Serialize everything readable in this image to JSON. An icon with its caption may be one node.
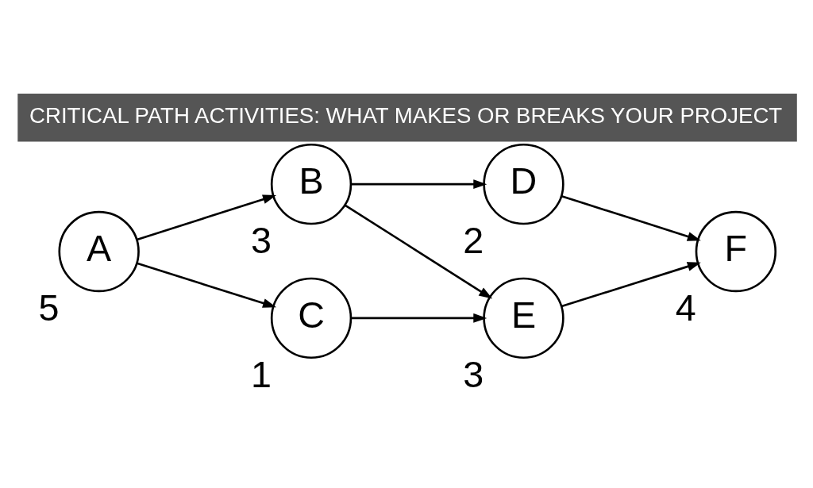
{
  "diagram": {
    "title": "CRITICAL PATH ACTIVITIES: WHAT MAKES OR BREAKS YOUR PROJECT",
    "nodes": [
      {
        "text": [
          "A"
        ],
        "beside": [
          "5"
        ]
      },
      {
        "text": [
          "B"
        ],
        "beside": [
          "3"
        ]
      },
      {
        "text": [
          "C"
        ],
        "beside": [
          "1"
        ]
      },
      {
        "text": [
          "D"
        ],
        "beside": [
          "2"
        ]
      },
      {
        "text": [
          "E"
        ],
        "beside": [
          "3"
        ]
      },
      {
        "text": [
          "F"
        ],
        "beside": [
          "4"
        ]
      }
    ],
    "edges": [
      {
        "from": 0,
        "to": 1,
        "arrow": "to"
      },
      {
        "from": 0,
        "to": 2,
        "arrow": "to"
      },
      {
        "from": 1,
        "to": 3,
        "arrow": "to"
      },
      {
        "from": 1,
        "to": 4,
        "arrow": "to"
      },
      {
        "from": 2,
        "to": 4,
        "arrow": "to"
      },
      {
        "from": 3,
        "to": 5,
        "arrow": "to"
      },
      {
        "from": 4,
        "to": 5,
        "arrow": "to"
      }
    ]
  }
}
